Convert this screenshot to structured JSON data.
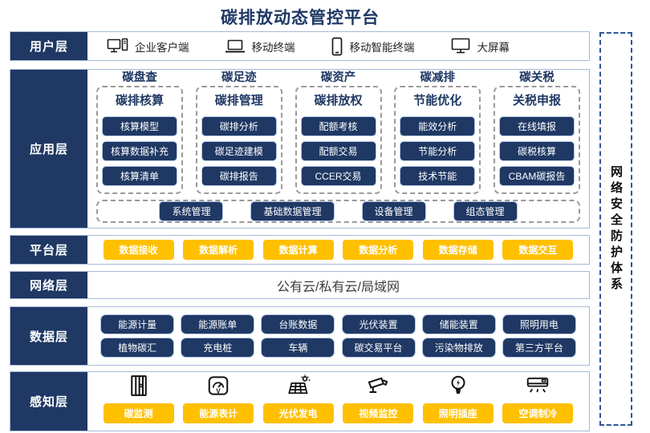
{
  "title": "碳排放动态管控平台",
  "colors": {
    "navy": "#1F3864",
    "yellow": "#FFC000",
    "band_border": "#A7B9D8",
    "dashed_gray": "#9a9a9a",
    "security_border": "#2E5597"
  },
  "security_panel": {
    "label": "网络安全防护体系"
  },
  "user_layer": {
    "label": "用户层",
    "items": [
      {
        "icon": "desktop-pc-icon",
        "label": "企业客户端"
      },
      {
        "icon": "laptop-icon",
        "label": "移动终端"
      },
      {
        "icon": "smartphone-icon",
        "label": "移动智能终端"
      },
      {
        "icon": "big-screen-icon",
        "label": "大屏幕"
      }
    ]
  },
  "app_layer": {
    "label": "应用层",
    "columns": [
      {
        "header": "碳盘查",
        "subheader": "碳排核算",
        "items": [
          "核算模型",
          "核算数据补充",
          "核算清单"
        ]
      },
      {
        "header": "碳足迹",
        "subheader": "碳排管理",
        "items": [
          "碳排分析",
          "碳足迹建模",
          "碳排报告"
        ]
      },
      {
        "header": "碳资产",
        "subheader": "碳排放权",
        "items": [
          "配额考核",
          "配额交易",
          "CCER交易"
        ]
      },
      {
        "header": "碳减排",
        "subheader": "节能优化",
        "items": [
          "能效分析",
          "节能分析",
          "技术节能"
        ]
      },
      {
        "header": "碳关税",
        "subheader": "关税申报",
        "items": [
          "在线填报",
          "碳税核算",
          "CBAM碳报告"
        ]
      }
    ],
    "management_row": [
      "系统管理",
      "基础数据管理",
      "设备管理",
      "组态管理"
    ]
  },
  "platform_layer": {
    "label": "平台层",
    "items": [
      "数据接收",
      "数据解析",
      "数据计算",
      "数据分析",
      "数据存储",
      "数据交互"
    ]
  },
  "network_layer": {
    "label": "网络层",
    "text": "公有云/私有云/局域网"
  },
  "data_layer": {
    "label": "数据层",
    "rows": [
      [
        "能源计量",
        "能源账单",
        "台账数据",
        "光伏装置",
        "储能装置",
        "照明用电"
      ],
      [
        "植物碳汇",
        "充电桩",
        "车辆",
        "碳交易平台",
        "污染物排放",
        "第三方平台"
      ]
    ]
  },
  "perception_layer": {
    "label": "感知层",
    "items": [
      {
        "icon": "carbon-monitor-icon",
        "label": "碳监测"
      },
      {
        "icon": "energy-meter-icon",
        "label": "能源表计"
      },
      {
        "icon": "solar-panel-icon",
        "label": "光伏发电"
      },
      {
        "icon": "cctv-camera-icon",
        "label": "视频监控"
      },
      {
        "icon": "light-bulb-icon",
        "label": "照明插座"
      },
      {
        "icon": "air-conditioner-icon",
        "label": "空调制冷"
      }
    ]
  }
}
